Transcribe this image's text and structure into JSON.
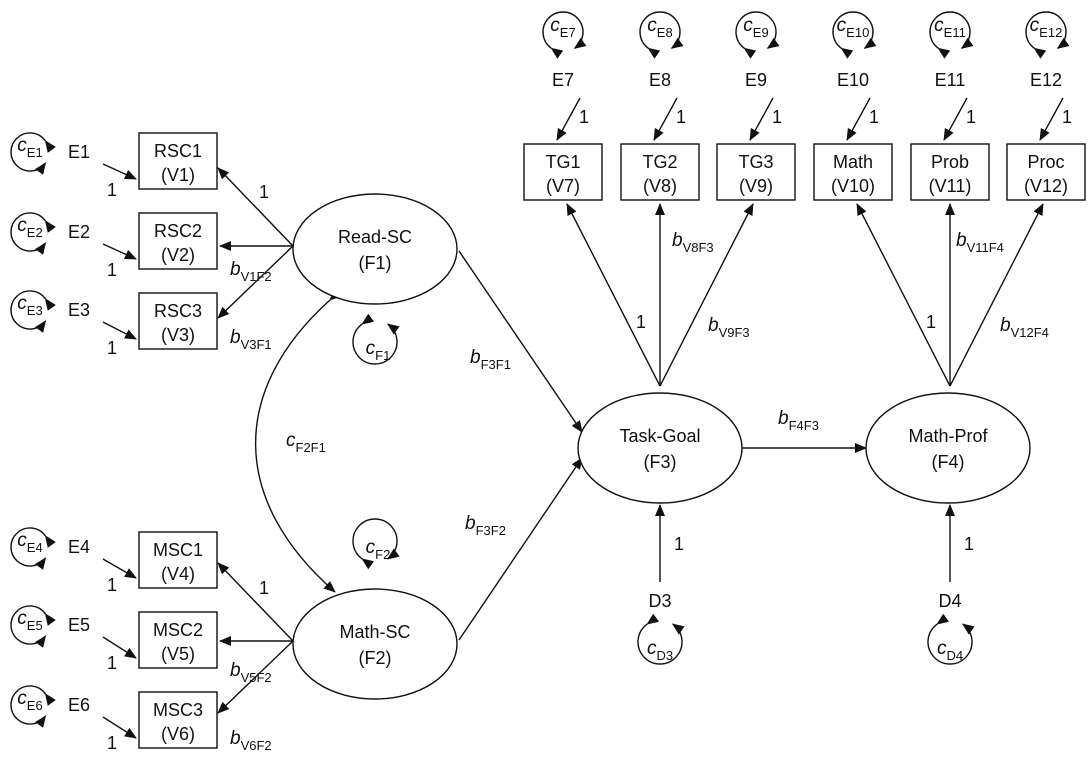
{
  "diagram": {
    "observed": [
      {
        "id": "V1",
        "name": "RSC1",
        "code": "(V1)"
      },
      {
        "id": "V2",
        "name": "RSC2",
        "code": "(V2)"
      },
      {
        "id": "V3",
        "name": "RSC3",
        "code": "(V3)"
      },
      {
        "id": "V4",
        "name": "MSC1",
        "code": "(V4)"
      },
      {
        "id": "V5",
        "name": "MSC2",
        "code": "(V5)"
      },
      {
        "id": "V6",
        "name": "MSC3",
        "code": "(V6)"
      },
      {
        "id": "V7",
        "name": "TG1",
        "code": "(V7)"
      },
      {
        "id": "V8",
        "name": "TG2",
        "code": "(V8)"
      },
      {
        "id": "V9",
        "name": "TG3",
        "code": "(V9)"
      },
      {
        "id": "V10",
        "name": "Math",
        "code": "(V10)"
      },
      {
        "id": "V11",
        "name": "Prob",
        "code": "(V11)"
      },
      {
        "id": "V12",
        "name": "Proc",
        "code": "(V12)"
      }
    ],
    "latent": [
      {
        "id": "F1",
        "name": "Read-SC",
        "code": "(F1)"
      },
      {
        "id": "F2",
        "name": "Math-SC",
        "code": "(F2)"
      },
      {
        "id": "F3",
        "name": "Task-Goal",
        "code": "(F3)"
      },
      {
        "id": "F4",
        "name": "Math-Prof",
        "code": "(F4)"
      }
    ],
    "errors": [
      "E1",
      "E2",
      "E3",
      "E4",
      "E5",
      "E6",
      "E7",
      "E8",
      "E9",
      "E10",
      "E11",
      "E12"
    ],
    "disturbances": [
      "D3",
      "D4"
    ],
    "variances": [
      {
        "id": "cE1",
        "sym": "c",
        "sub": "E1"
      },
      {
        "id": "cE2",
        "sym": "c",
        "sub": "E2"
      },
      {
        "id": "cE3",
        "sym": "c",
        "sub": "E3"
      },
      {
        "id": "cE4",
        "sym": "c",
        "sub": "E4"
      },
      {
        "id": "cE5",
        "sym": "c",
        "sub": "E5"
      },
      {
        "id": "cE6",
        "sym": "c",
        "sub": "E6"
      },
      {
        "id": "cE7",
        "sym": "c",
        "sub": "E7"
      },
      {
        "id": "cE8",
        "sym": "c",
        "sub": "E8"
      },
      {
        "id": "cE9",
        "sym": "c",
        "sub": "E9"
      },
      {
        "id": "cE10",
        "sym": "c",
        "sub": "E10"
      },
      {
        "id": "cE11",
        "sym": "c",
        "sub": "E11"
      },
      {
        "id": "cE12",
        "sym": "c",
        "sub": "E12"
      },
      {
        "id": "cF1",
        "sym": "c",
        "sub": "F1"
      },
      {
        "id": "cF2",
        "sym": "c",
        "sub": "F2"
      },
      {
        "id": "cD3",
        "sym": "c",
        "sub": "D3"
      },
      {
        "id": "cD4",
        "sym": "c",
        "sub": "D4"
      }
    ],
    "params": [
      {
        "id": "bV1F2",
        "sym": "b",
        "sub": "V1F2"
      },
      {
        "id": "bV3F1",
        "sym": "b",
        "sub": "V3F1"
      },
      {
        "id": "bV5F2",
        "sym": "b",
        "sub": "V5F2"
      },
      {
        "id": "bV6F2",
        "sym": "b",
        "sub": "V6F2"
      },
      {
        "id": "bV8F3",
        "sym": "b",
        "sub": "V8F3"
      },
      {
        "id": "bV9F3",
        "sym": "b",
        "sub": "V9F3"
      },
      {
        "id": "bV11F4",
        "sym": "b",
        "sub": "V11F4"
      },
      {
        "id": "bV12F4",
        "sym": "b",
        "sub": "V12F4"
      },
      {
        "id": "bF3F1",
        "sym": "b",
        "sub": "F3F1"
      },
      {
        "id": "bF3F2",
        "sym": "b",
        "sub": "F3F2"
      },
      {
        "id": "bF4F3",
        "sym": "b",
        "sub": "F4F3"
      },
      {
        "id": "cF2F1",
        "sym": "c",
        "sub": "F2F1"
      }
    ],
    "fixed_value": "1"
  }
}
